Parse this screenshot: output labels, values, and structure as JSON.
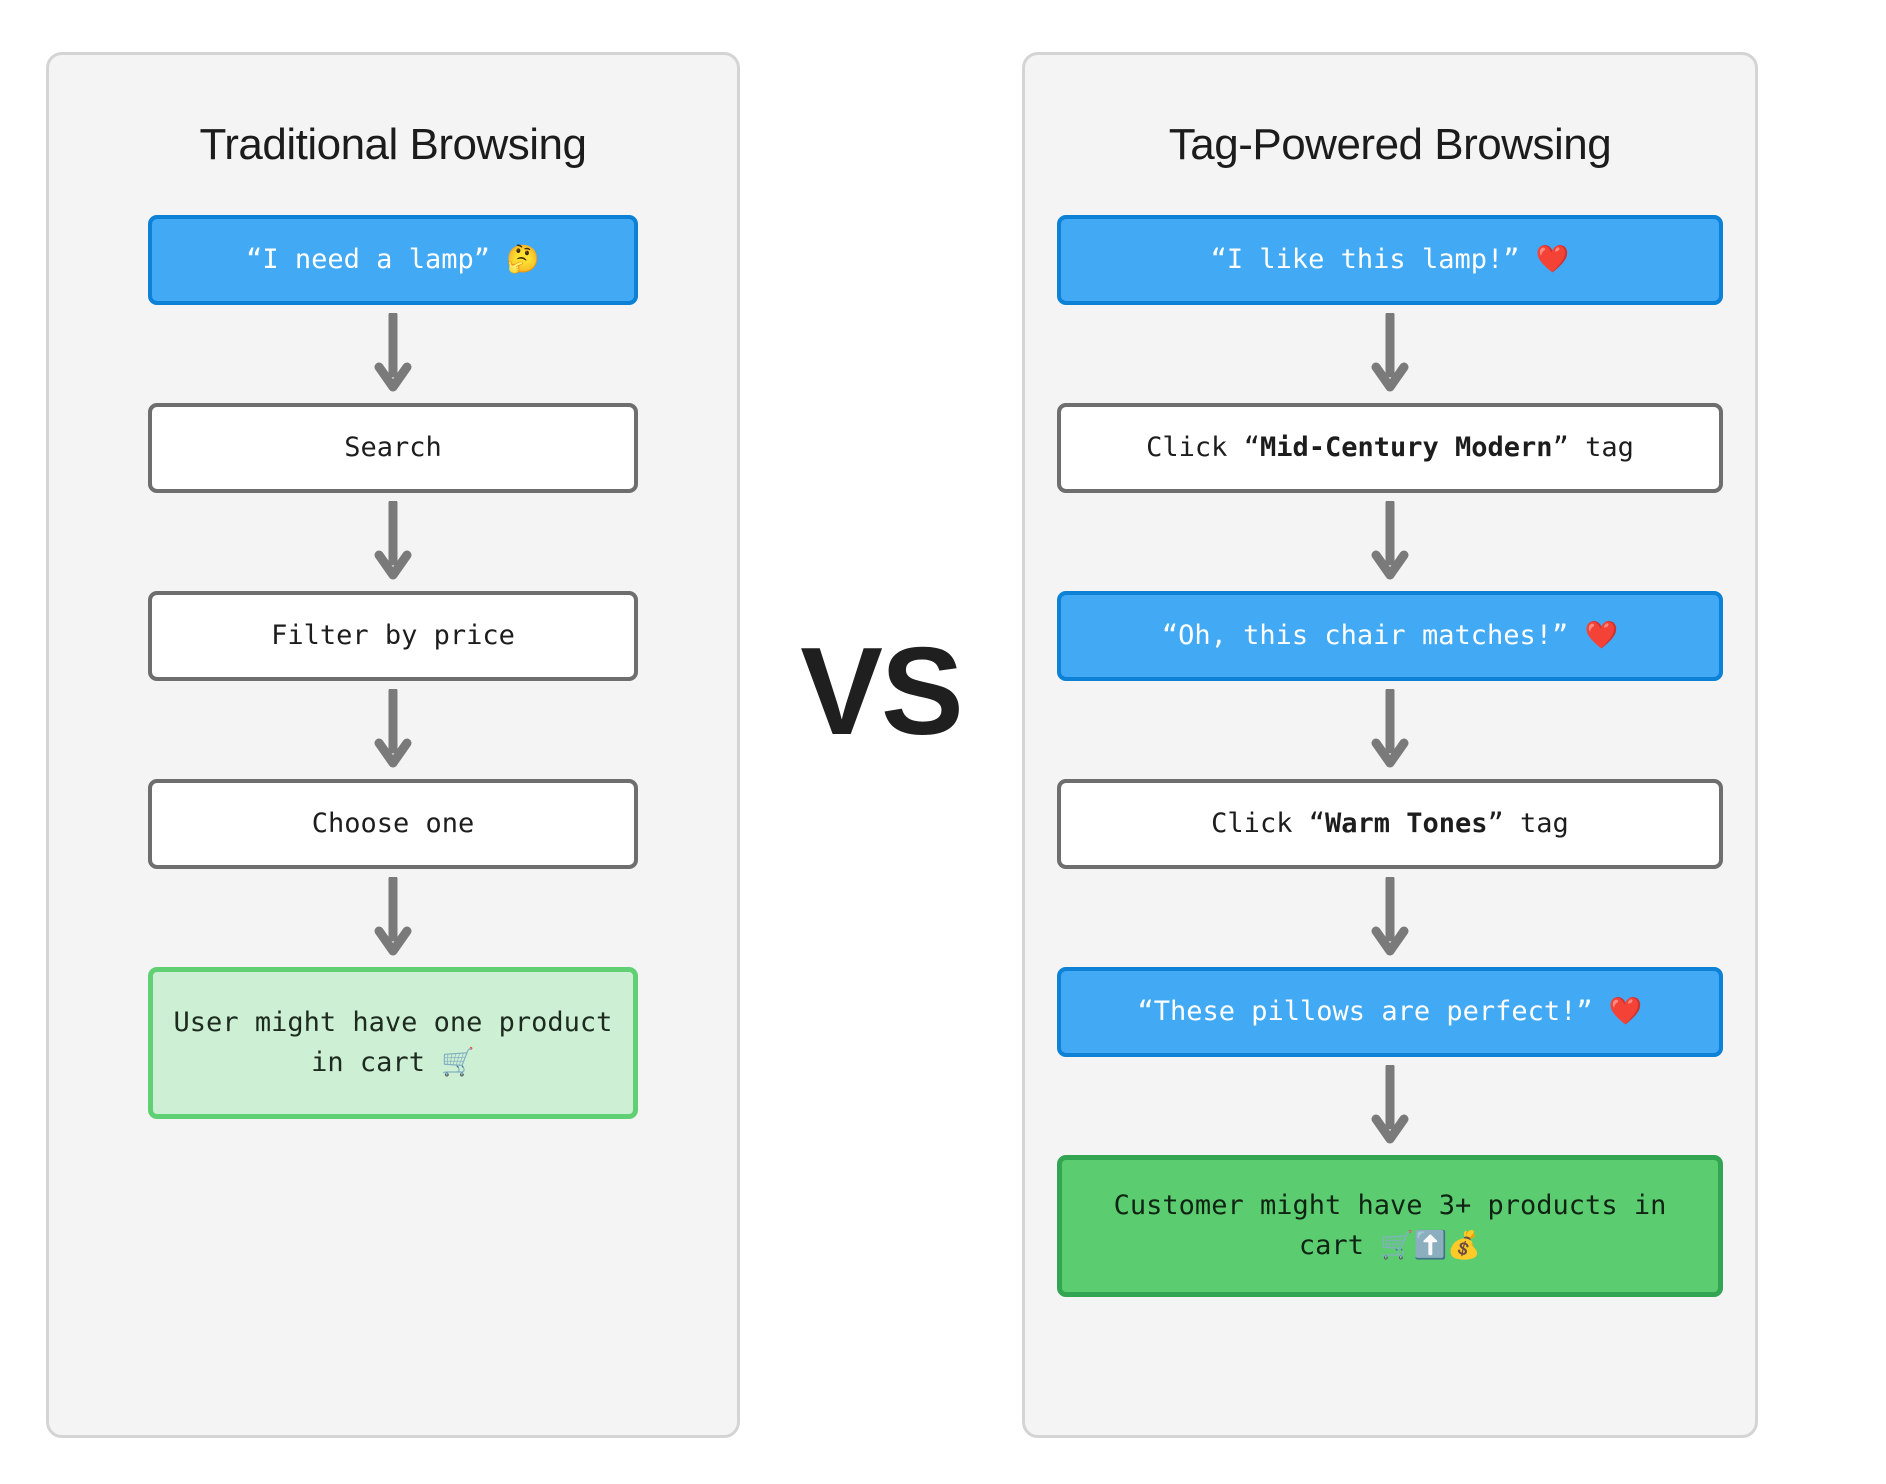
{
  "center": {
    "vs_label": "VS"
  },
  "colors": {
    "panel_bg": "#f4f4f4",
    "panel_border": "#d4d4d4",
    "user_node_bg": "#42a9f5",
    "user_node_border": "#0c81d6",
    "plain_node_bg": "#ffffff",
    "plain_node_border": "#6e6e6e",
    "result_soft_bg": "#cdf0d4",
    "result_soft_border": "#61d074",
    "result_strong_bg": "#5bcd70",
    "result_strong_border": "#31a552",
    "arrow": "#7a7a7a",
    "title_text": "#1c1c1c"
  },
  "left_panel": {
    "title": "Traditional Browsing",
    "nodes": [
      {
        "kind": "user",
        "text": "“I need a lamp” 🤔",
        "icon": "thinking-face-emoji"
      },
      {
        "kind": "plain",
        "text": "Search",
        "icon": ""
      },
      {
        "kind": "plain",
        "text": "Filter by price",
        "icon": ""
      },
      {
        "kind": "plain",
        "text": "Choose one",
        "icon": ""
      },
      {
        "kind": "result_soft",
        "text": "User might have one product in cart 🛒",
        "icon": "shopping-cart-emoji"
      }
    ]
  },
  "right_panel": {
    "title": "Tag-Powered Browsing",
    "nodes": [
      {
        "kind": "user",
        "text": "“I like this lamp!” ❤️",
        "icon": "red-heart-emoji"
      },
      {
        "kind": "plain",
        "text": "Click “Mid-Century Modern” tag",
        "emphasis": "Mid-Century Modern",
        "icon": ""
      },
      {
        "kind": "user",
        "text": "“Oh, this chair matches!” ❤️",
        "icon": "red-heart-emoji"
      },
      {
        "kind": "plain",
        "text": "Click “Warm Tones” tag",
        "emphasis": "Warm Tones",
        "icon": ""
      },
      {
        "kind": "user",
        "text": "“These pillows are perfect!” ❤️",
        "icon": "red-heart-emoji"
      },
      {
        "kind": "result_strong",
        "text": "Customer might have 3+ products in cart 🛒⬆️💰",
        "icon": "shopping-cart-up-money-emoji"
      }
    ]
  }
}
